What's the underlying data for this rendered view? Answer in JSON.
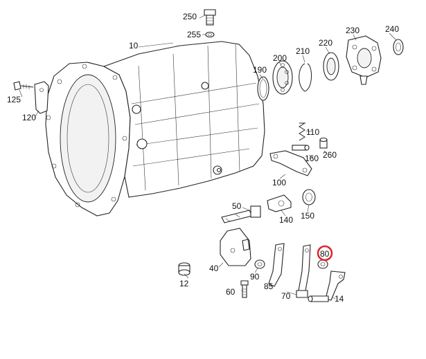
{
  "diagram": {
    "highlight_color": "#d9262b",
    "callouts": [
      {
        "id": "p10",
        "text": "10"
      },
      {
        "id": "p12",
        "text": "12"
      },
      {
        "id": "p14",
        "text": "14"
      },
      {
        "id": "p40",
        "text": "40"
      },
      {
        "id": "p50",
        "text": "50"
      },
      {
        "id": "p60",
        "text": "60"
      },
      {
        "id": "p70",
        "text": "70"
      },
      {
        "id": "p80",
        "text": "80"
      },
      {
        "id": "p85",
        "text": "85"
      },
      {
        "id": "p90",
        "text": "90"
      },
      {
        "id": "p100",
        "text": "100"
      },
      {
        "id": "p110",
        "text": "110"
      },
      {
        "id": "p120",
        "text": "120"
      },
      {
        "id": "p125",
        "text": "125"
      },
      {
        "id": "p140",
        "text": "140"
      },
      {
        "id": "p150",
        "text": "150"
      },
      {
        "id": "p160",
        "text": "160"
      },
      {
        "id": "p190",
        "text": "190"
      },
      {
        "id": "p200",
        "text": "200"
      },
      {
        "id": "p210",
        "text": "210"
      },
      {
        "id": "p220",
        "text": "220"
      },
      {
        "id": "p230",
        "text": "230"
      },
      {
        "id": "p240",
        "text": "240"
      },
      {
        "id": "p250",
        "text": "250"
      },
      {
        "id": "p255",
        "text": "255"
      },
      {
        "id": "p260",
        "text": "260"
      }
    ],
    "selected_callout": "p80"
  }
}
